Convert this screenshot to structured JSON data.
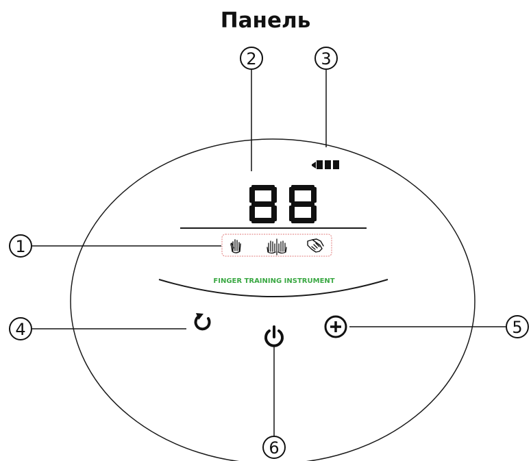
{
  "title": "Панель",
  "display": {
    "digits": "88"
  },
  "brand_text": "FINGER TRAINING INSTRUMENT",
  "callouts": {
    "mode_icons": "1",
    "digit_display": "2",
    "battery_indicator": "3",
    "reset_button": "4",
    "plus_button": "5",
    "power_button": "6"
  },
  "colors": {
    "outline": "#1a1a1a",
    "brand_green": "#3aa843",
    "mode_box_border": "#e07a7a",
    "display": "#111111"
  },
  "icons": {
    "mode_1": "single-hand-icon",
    "mode_2": "two-hands-icon",
    "mode_3": "handshake-icon",
    "reset": "refresh-icon",
    "power": "power-icon",
    "plus": "plus-icon",
    "battery": "battery-icon"
  }
}
